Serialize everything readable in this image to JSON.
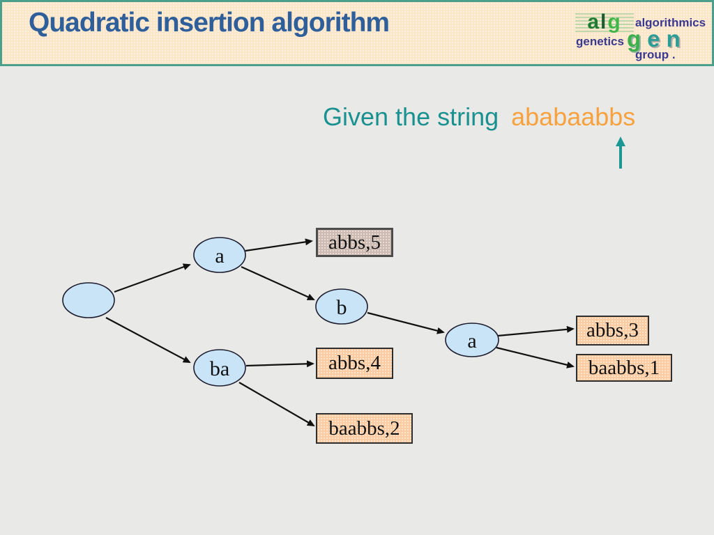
{
  "header": {
    "title": "Quadratic insertion algorithm",
    "logo": {
      "alg": {
        "a": "a",
        "l": "l",
        "g": "g"
      },
      "algorithmics": "algorithmics",
      "genetics": "genetics",
      "gen": {
        "g": "g",
        "e": "e",
        "n": "n"
      },
      "group": "group ."
    }
  },
  "caption": {
    "prefix": "Given the string",
    "string": "ababaabbs",
    "pointer_icon": "up-arrow"
  },
  "tree": {
    "nodes": [
      {
        "id": "root",
        "label": ""
      },
      {
        "id": "a1",
        "label": "a"
      },
      {
        "id": "ba",
        "label": "ba"
      },
      {
        "id": "b",
        "label": "b"
      },
      {
        "id": "a2",
        "label": "a"
      }
    ],
    "leaves": [
      {
        "id": "abbs5",
        "label": "abbs,5",
        "highlight": true
      },
      {
        "id": "abbs4",
        "label": "abbs,4",
        "highlight": false
      },
      {
        "id": "baabbs2",
        "label": "baabbs,2",
        "highlight": false
      },
      {
        "id": "abbs3",
        "label": "abbs,3",
        "highlight": false
      },
      {
        "id": "baabbs1",
        "label": "baabbs,1",
        "highlight": false
      }
    ],
    "edges": [
      {
        "from": "root",
        "to": "a1"
      },
      {
        "from": "root",
        "to": "ba"
      },
      {
        "from": "a1",
        "to": "abbs5"
      },
      {
        "from": "a1",
        "to": "b"
      },
      {
        "from": "b",
        "to": "a2"
      },
      {
        "from": "a2",
        "to": "abbs3"
      },
      {
        "from": "a2",
        "to": "baabbs1"
      },
      {
        "from": "ba",
        "to": "abbs4"
      },
      {
        "from": "ba",
        "to": "baabbs2"
      }
    ]
  },
  "colors": {
    "slide_background": "#e9e9e7",
    "header_background": "#fce6c9",
    "header_border_teal": "#4aa08d",
    "title_blue": "#2f5f9b",
    "caption_teal": "#189190",
    "string_orange": "#f7a23f",
    "node_fill_blue": "#c9e4f7",
    "leaf_peach": "#fbcba2",
    "leaf_gray_tan": "#cdbab0",
    "arrow_black": "#111111",
    "logo_navy": "#39398f",
    "logo_green": "#3cb04b",
    "logo_teal": "#2a9d96"
  }
}
